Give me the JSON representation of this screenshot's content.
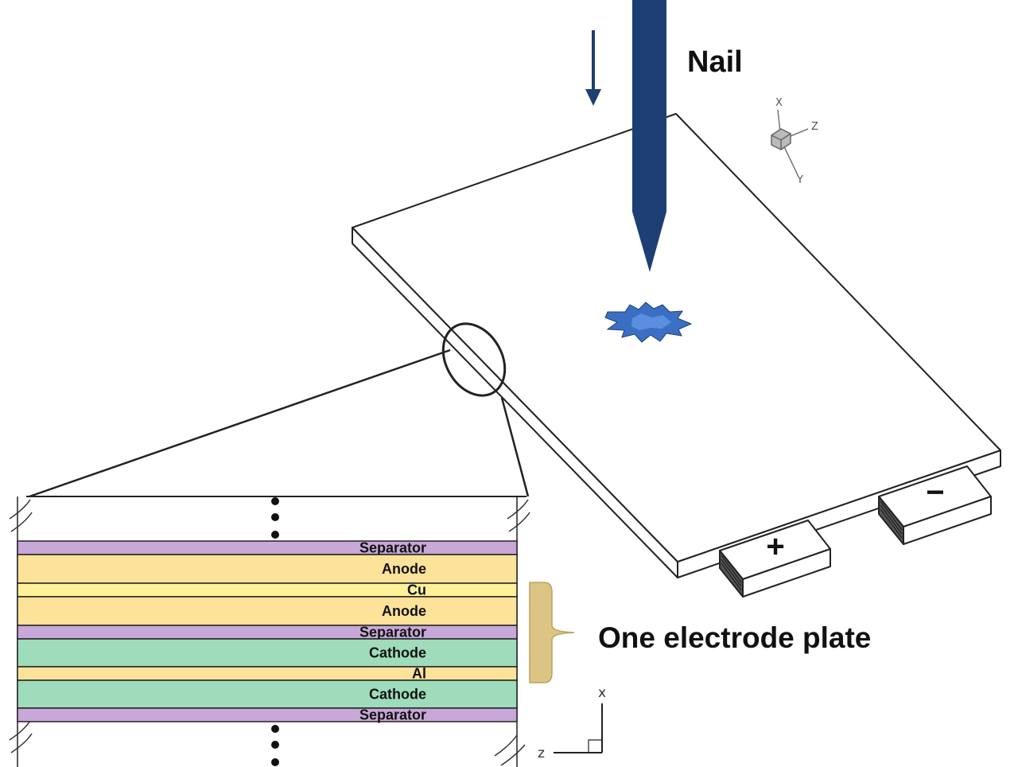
{
  "labels": {
    "nail": "Nail",
    "positive_terminal": "+",
    "negative_terminal": "−",
    "electrode_plate": "One electrode plate"
  },
  "top_axes": {
    "x": "X",
    "y": "Y",
    "z": "Z"
  },
  "bottom_axes": {
    "x": "x",
    "z": "z"
  },
  "layers": [
    {
      "label": "Separator",
      "type": "separator"
    },
    {
      "label": "Anode",
      "type": "anode"
    },
    {
      "label": "Cu",
      "type": "cu"
    },
    {
      "label": "Anode",
      "type": "anode"
    },
    {
      "label": "Separator",
      "type": "separator"
    },
    {
      "label": "Cathode",
      "type": "cathode"
    },
    {
      "label": "Al",
      "type": "al"
    },
    {
      "label": "Cathode",
      "type": "cathode"
    },
    {
      "label": "Separator",
      "type": "separator"
    }
  ],
  "colors": {
    "separator": "#c8a8d8",
    "anode": "#fde29a",
    "cu": "#fdf29a",
    "cathode": "#9edcbb",
    "al": "#fde29a",
    "nail": "#1d3f73",
    "spark": "#3a6fc4",
    "brace": "#dcc584"
  }
}
